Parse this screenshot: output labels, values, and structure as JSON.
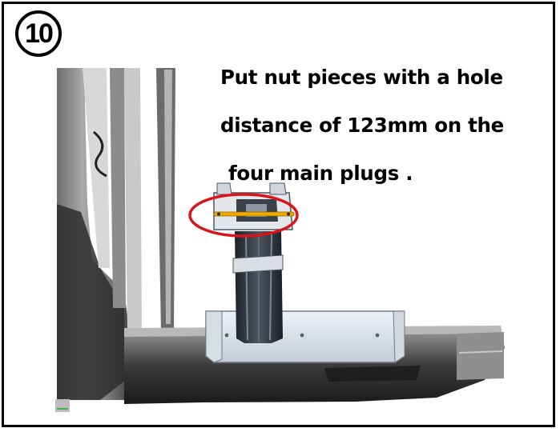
{
  "step": {
    "number": "10"
  },
  "instruction": {
    "lines": [
      "Put nut pieces with a hole",
      "distance of 123mm on the",
      "four main plugs ."
    ]
  },
  "colors": {
    "highlight_ellipse": "#d9141b",
    "bar": "#f2a900",
    "frame": "#000000"
  },
  "icons": {
    "step_badge": "circled-number",
    "scan_model": "3d-scan-vehicle-door-sill"
  }
}
